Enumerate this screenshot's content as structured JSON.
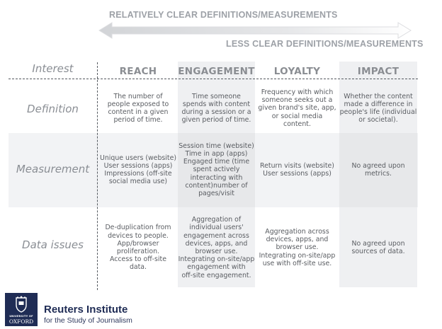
{
  "scale": {
    "top_label": "RELATIVELY CLEAR DEFINITIONS/MEASUREMENTS",
    "bottom_label": "LESS CLEAR DEFINITIONS/MEASUREMENTS"
  },
  "table": {
    "corner_label": "Interest",
    "columns": [
      "REACH",
      "ENGAGEMENT",
      "LOYALTY",
      "IMPACT"
    ],
    "rows": [
      {
        "label": "Definition",
        "cells": [
          "The number of\npeople exposed to\ncontent in a given\nperiod of time.",
          "Time someone\nspends with content\nduring a session or a\ngiven period of time.",
          "Frequency with which\nsomeone seeks out a\ngiven brand's site, app,\nor social media\ncontent.",
          "Whether the content\nmade a difference in\npeople's life (individual\nor societal)."
        ]
      },
      {
        "label": "Measurement",
        "cells": [
          "Unique users (website)\nUser sessions (apps)\nImpressions (off-site\nsocial media use)",
          "Session time (website)\nTime in app (apps)\nEngaged time (time\nspent actively\ninteracting with\ncontent)number of\npages/visit",
          "Return visits (website)\nUser sessions (apps)",
          "No agreed upon\nmetrics."
        ]
      },
      {
        "label": "Data issues",
        "cells": [
          "De-duplication from\ndevices to people.\nApp/browser\nproliferation.\nAccess to off-site\ndata.",
          "Aggregation of\nindividual users'\nengagement across\ndevices, apps, and\nbrowser use.\nIntegrating on-site/app\nengagement with\noff-site engagement.",
          "Aggregation across\ndevices, apps, and\nbrowser use.\nIntegrating on-site/app\nuse with off-site use.",
          "No agreed upon\nsources of data."
        ]
      }
    ]
  },
  "footer": {
    "logo_univ": "UNIVERSITY OF",
    "logo_oxford": "OXFORD",
    "institute_name": "Reuters Institute",
    "institute_sub": "for the Study of Journalism",
    "brand_color": "#1f2c55"
  }
}
